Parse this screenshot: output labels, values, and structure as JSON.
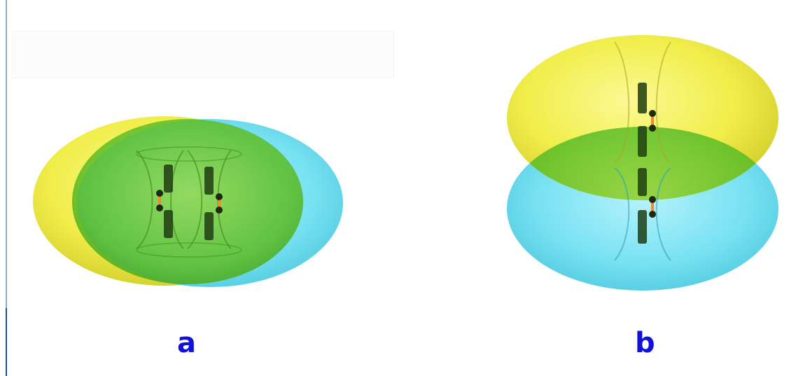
{
  "panels": [
    {
      "id": "a",
      "label": "a"
    },
    {
      "id": "b",
      "label": "b"
    }
  ],
  "colors": {
    "lobe_yellow": "#f0ec2c",
    "lobe_cyan": "#5fdcf0",
    "overlap_green": "#5cc12a",
    "pillar": "#1f3d12",
    "atom": "#1c2a12",
    "bond": "#f28a2c",
    "label": "#1212d6"
  }
}
